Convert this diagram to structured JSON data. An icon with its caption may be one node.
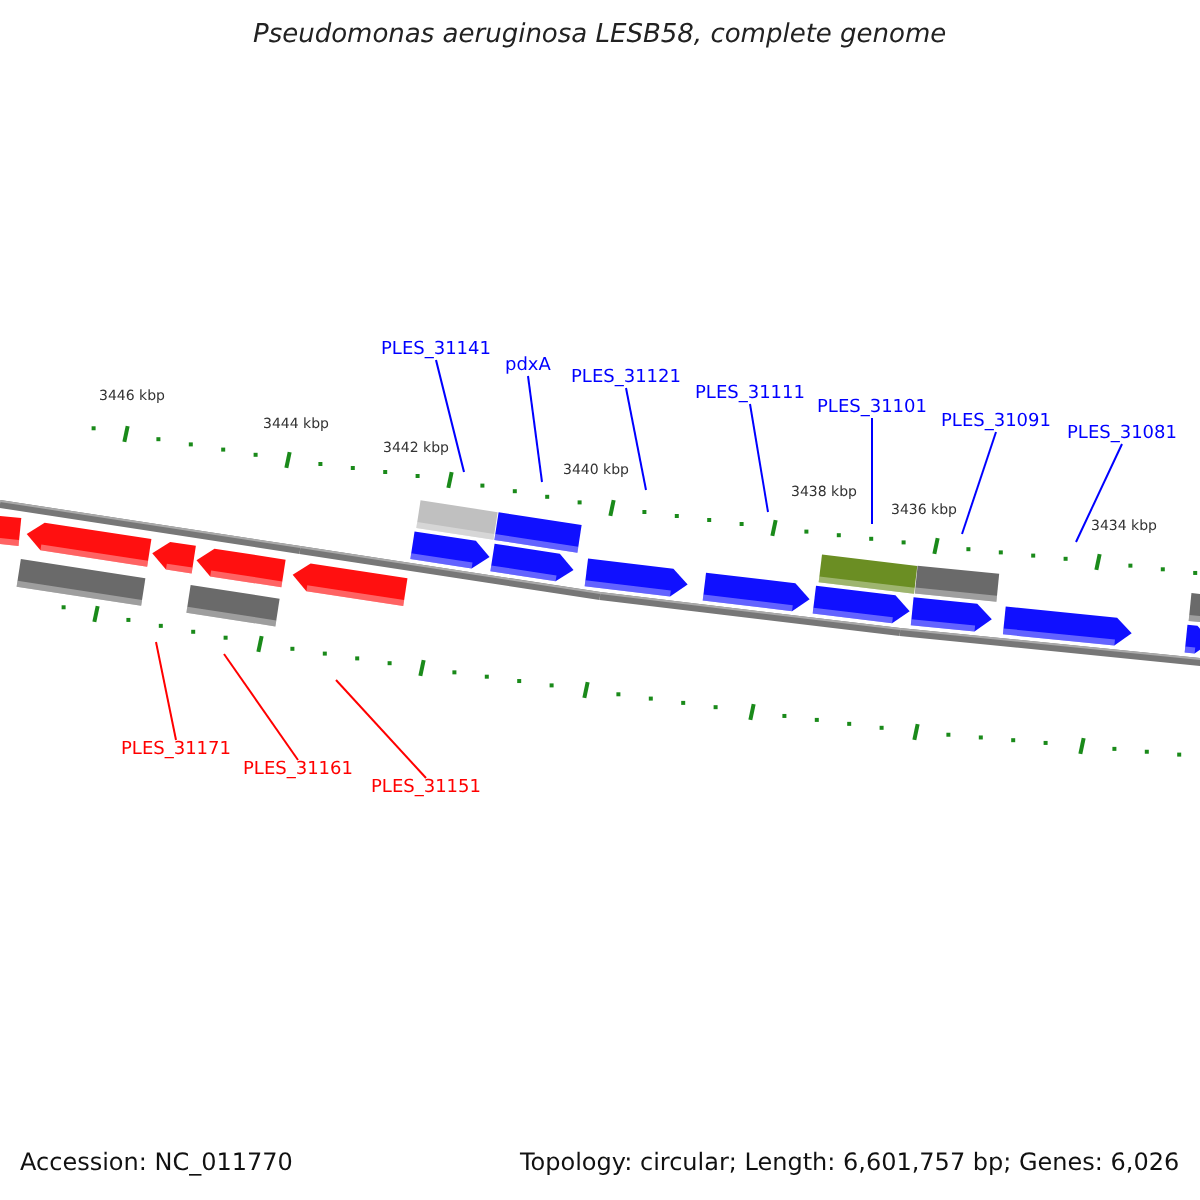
{
  "diagram": {
    "title": "Pseudomonas aeruginosa LESB58, complete genome",
    "nodes": [
      {
        "text": [
          "PLES_31141"
        ]
      },
      {
        "text": [
          "pdxA"
        ]
      },
      {
        "text": [
          "PLES_31121"
        ]
      },
      {
        "text": [
          "PLES_31111"
        ]
      },
      {
        "text": [
          "PLES_31101"
        ]
      },
      {
        "text": [
          "PLES_31091"
        ]
      },
      {
        "text": [
          "PLES_31081"
        ]
      },
      {
        "text": [
          "PLES_31171"
        ]
      },
      {
        "text": [
          "PLES_31161"
        ]
      },
      {
        "text": [
          "PLES_31151"
        ]
      }
    ],
    "edges": [
      {
        "from": 0,
        "to": null,
        "arrow": "none"
      },
      {
        "from": 1,
        "to": null,
        "arrow": "none"
      },
      {
        "from": 2,
        "to": null,
        "arrow": "none"
      },
      {
        "from": 3,
        "to": null,
        "arrow": "none"
      },
      {
        "from": 4,
        "to": null,
        "arrow": "none"
      },
      {
        "from": 5,
        "to": null,
        "arrow": "none"
      },
      {
        "from": 6,
        "to": null,
        "arrow": "none"
      },
      {
        "from": 7,
        "to": null,
        "arrow": "none",
        "color": "#ff0000"
      },
      {
        "from": 8,
        "to": null,
        "arrow": "none",
        "color": "#ff0000"
      },
      {
        "from": 9,
        "to": null,
        "arrow": "none",
        "color": "#ff0000"
      }
    ],
    "labels": [
      "3446 kbp",
      "3444 kbp",
      "3442 kbp",
      "3440 kbp",
      "3438 kbp",
      "3436 kbp",
      "3434 kbp",
      "Accession: NC_011770",
      "Topology: circular; Length: 6,601,757 bp; Genes: 6,026"
    ]
  }
}
